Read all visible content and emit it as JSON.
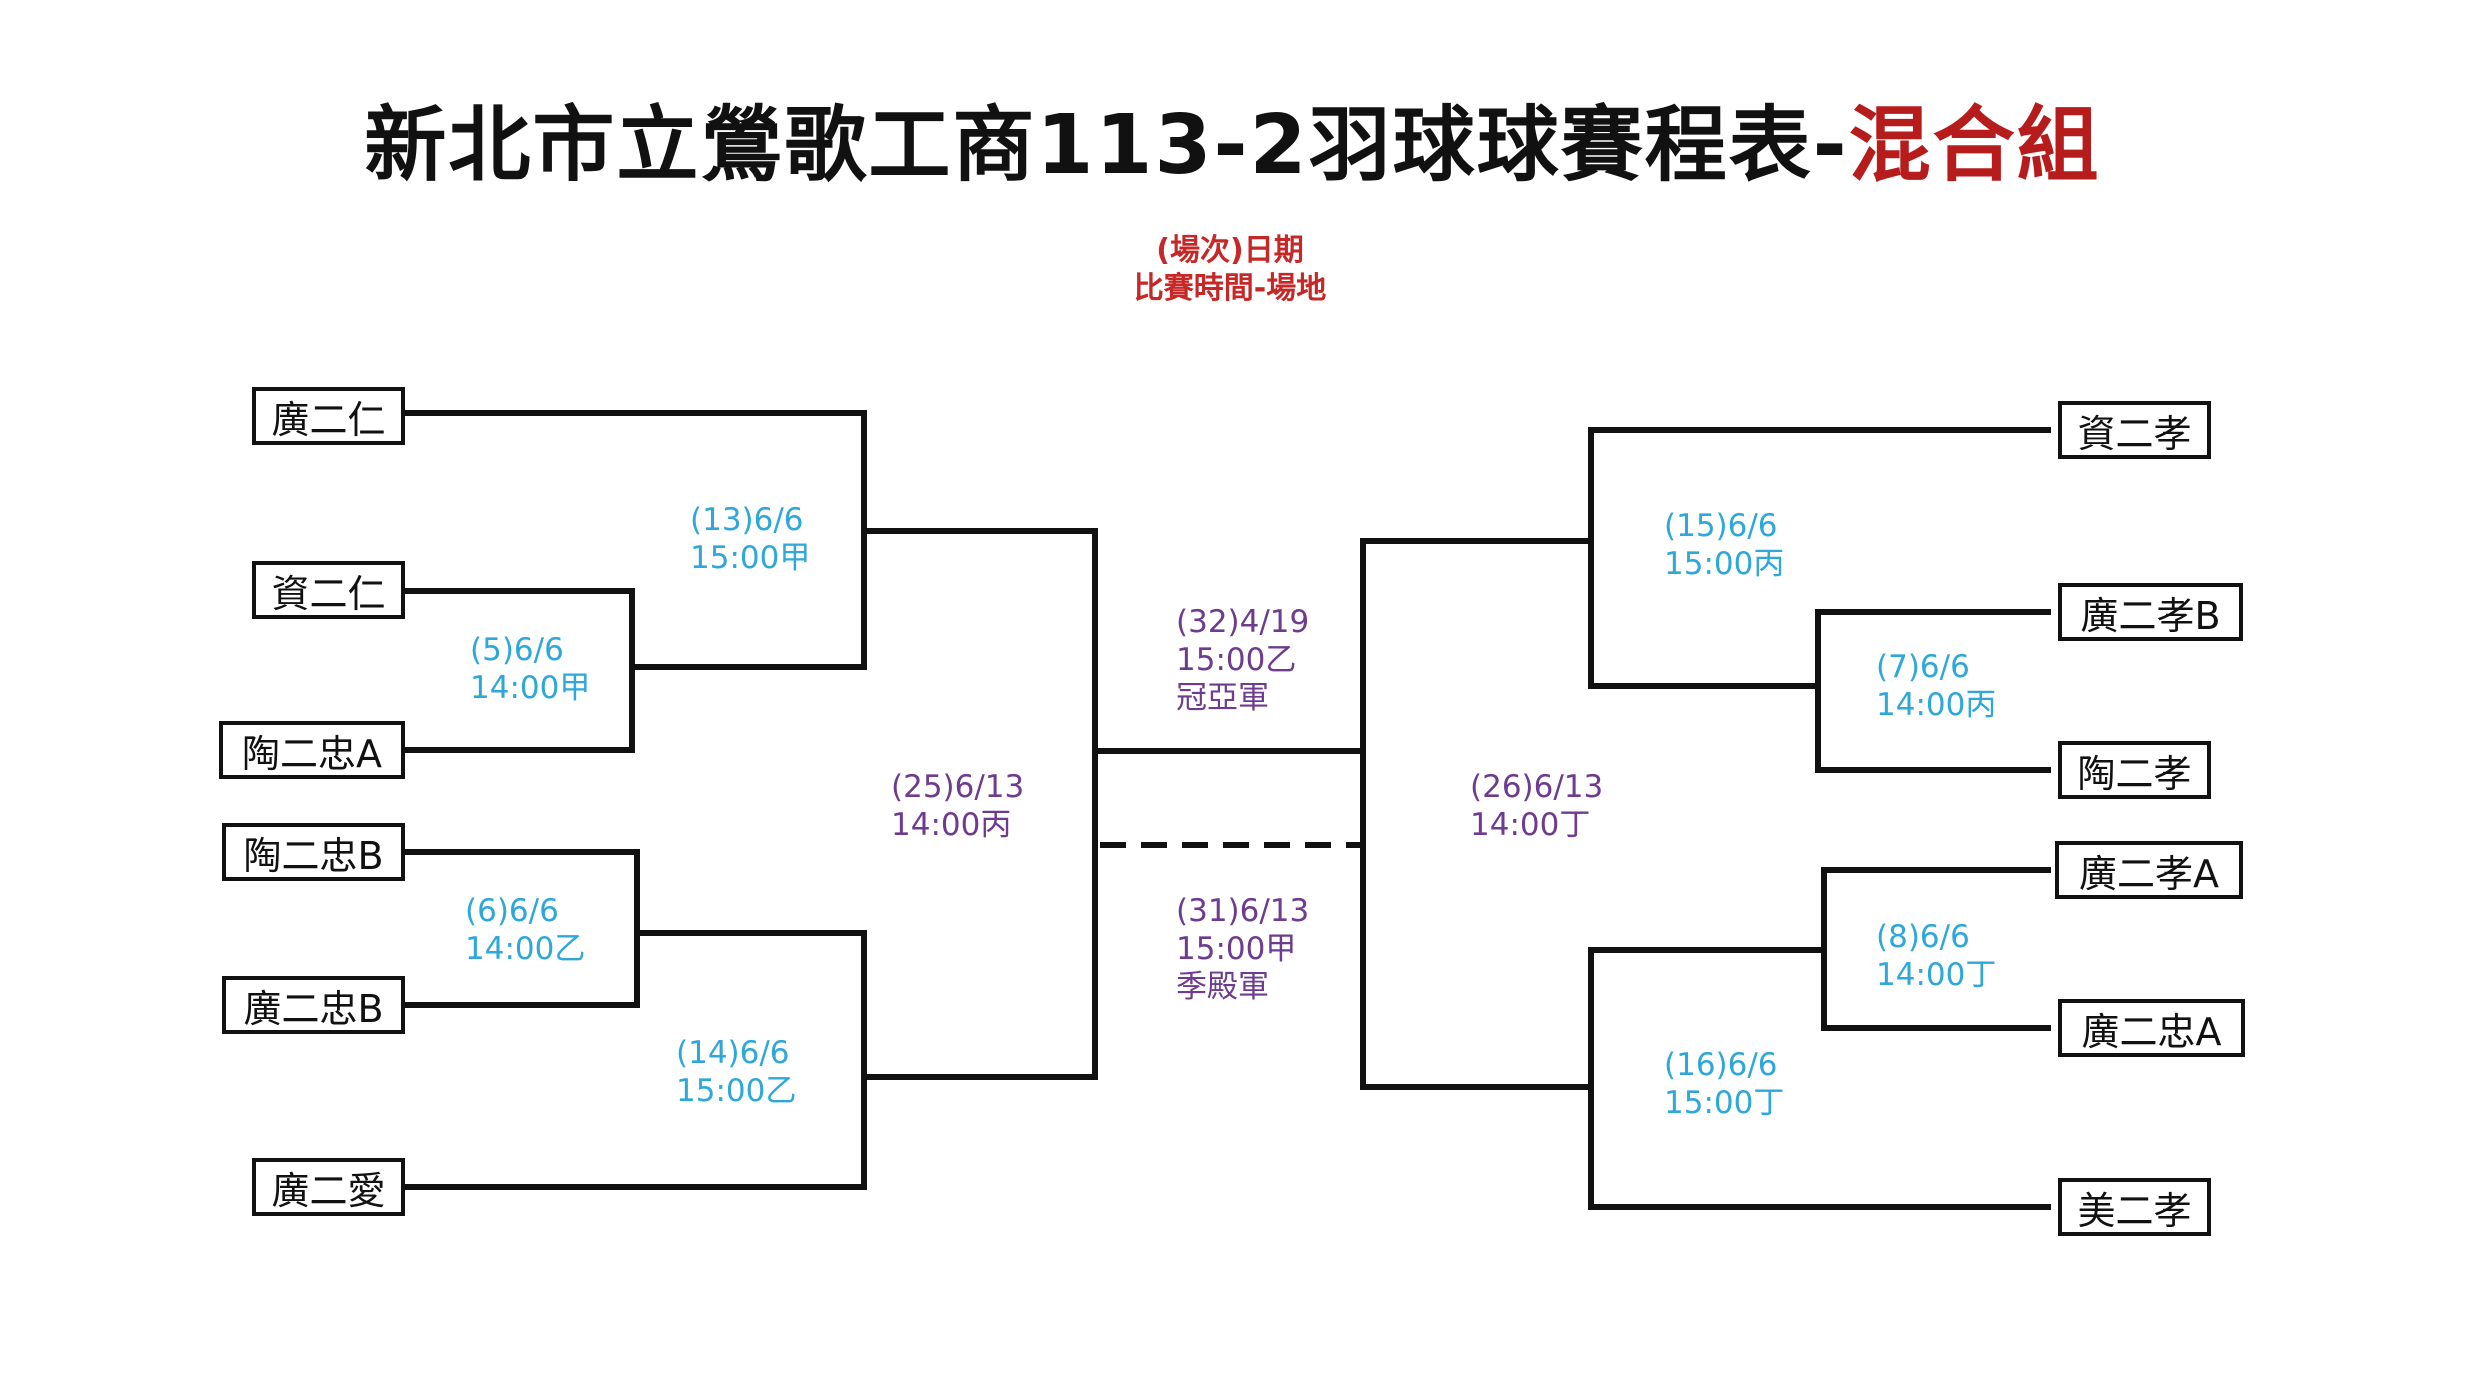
{
  "title": {
    "main": "新北市立鶯歌工商113-2羽球球賽程表-",
    "accent": "混合組"
  },
  "legend": {
    "line1": "(場次)日期",
    "line2": "比賽時間-場地"
  },
  "teams": {
    "left": [
      "廣二仁",
      "資二仁",
      "陶二忠A",
      "陶二忠B",
      "廣二忠B",
      "廣二愛"
    ],
    "right": [
      "資二孝",
      "廣二孝B",
      "陶二孝",
      "廣二孝A",
      "廣二忠A",
      "美二孝"
    ]
  },
  "matches": {
    "m5": {
      "date": "(5)6/6",
      "time": "14:00甲"
    },
    "m6": {
      "date": "(6)6/6",
      "time": "14:00乙"
    },
    "m7": {
      "date": "(7)6/6",
      "time": "14:00丙"
    },
    "m8": {
      "date": "(8)6/6",
      "time": "14:00丁"
    },
    "m13": {
      "date": "(13)6/6",
      "time": "15:00甲"
    },
    "m14": {
      "date": "(14)6/6",
      "time": "15:00乙"
    },
    "m15": {
      "date": "(15)6/6",
      "time": "15:00丙"
    },
    "m16": {
      "date": "(16)6/6",
      "time": "15:00丁"
    },
    "m25": {
      "date": "(25)6/13",
      "time": "14:00丙"
    },
    "m26": {
      "date": "(26)6/13",
      "time": "14:00丁"
    },
    "m32": {
      "date": "(32)4/19",
      "time": "15:00乙",
      "label": "冠亞軍"
    },
    "m31": {
      "date": "(31)6/13",
      "time": "15:00甲",
      "label": "季殿軍"
    }
  },
  "colors": {
    "line": "#111111",
    "round_early": "#2ea7d9",
    "round_late": "#6e3b8f",
    "accent": "#b71c1c"
  }
}
